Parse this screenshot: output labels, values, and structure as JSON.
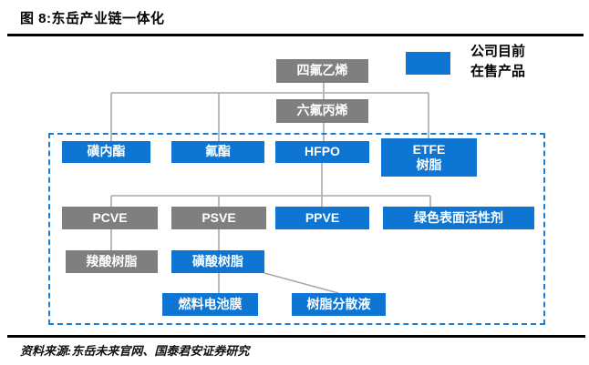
{
  "figure": {
    "title": "图 8:东岳产业链一体化",
    "source": "资料来源:东岳未来官网、国泰君安证券研究"
  },
  "legend": {
    "line1": "公司目前",
    "line2": "在售产品",
    "swatch_meaning": "公司目前在售产品",
    "swatch_color": "#0e76d2"
  },
  "colors": {
    "in_sale_product": "#0e76d2",
    "intermediate": "#7f7f7f",
    "connector_line": "#a9a9a9",
    "dashed_border": "#1b7fd6",
    "rule_line": "#000000"
  },
  "nodes": {
    "tfe": {
      "label": "四氟乙烯",
      "status": "intermediate"
    },
    "hfp": {
      "label": "六氟丙烯",
      "status": "intermediate"
    },
    "sultone": {
      "label": "磺内酯",
      "status": "in-sale"
    },
    "fluoroester": {
      "label": "氟酯",
      "status": "in-sale"
    },
    "hfpo": {
      "label": "HFPO",
      "status": "in-sale"
    },
    "etfe": {
      "label": "ETFE\n树脂",
      "status": "in-sale"
    },
    "pcve": {
      "label": "PCVE",
      "status": "intermediate"
    },
    "psve": {
      "label": "PSVE",
      "status": "intermediate"
    },
    "ppve": {
      "label": "PPVE",
      "status": "in-sale"
    },
    "green_surfactant": {
      "label": "绿色表面活性剂",
      "status": "in-sale"
    },
    "carboxylic_resin": {
      "label": "羧酸树脂",
      "status": "intermediate"
    },
    "sulfonic_resin": {
      "label": "磺酸树脂",
      "status": "in-sale"
    },
    "fuel_cell_membrane": {
      "label": "燃料电池膜",
      "status": "in-sale"
    },
    "resin_dispersion": {
      "label": "树脂分散液",
      "status": "in-sale"
    }
  },
  "edges": [
    {
      "from": "四氟乙烯",
      "to": "磺内酯"
    },
    {
      "from": "四氟乙烯",
      "to": "氟酯"
    },
    {
      "from": "四氟乙烯",
      "to": "ETFE树脂"
    },
    {
      "from": "四氟乙烯",
      "to": "六氟丙烯"
    },
    {
      "from": "六氟丙烯",
      "to": "HFPO"
    },
    {
      "from": "HFPO",
      "to": "PCVE"
    },
    {
      "from": "HFPO",
      "to": "PSVE"
    },
    {
      "from": "HFPO",
      "to": "PPVE"
    },
    {
      "from": "HFPO",
      "to": "绿色表面活性剂"
    },
    {
      "from": "PCVE",
      "to": "羧酸树脂"
    },
    {
      "from": "PSVE",
      "to": "磺酸树脂"
    },
    {
      "from": "磺酸树脂",
      "to": "燃料电池膜"
    },
    {
      "from": "磺酸树脂",
      "to": "树脂分散液"
    }
  ]
}
